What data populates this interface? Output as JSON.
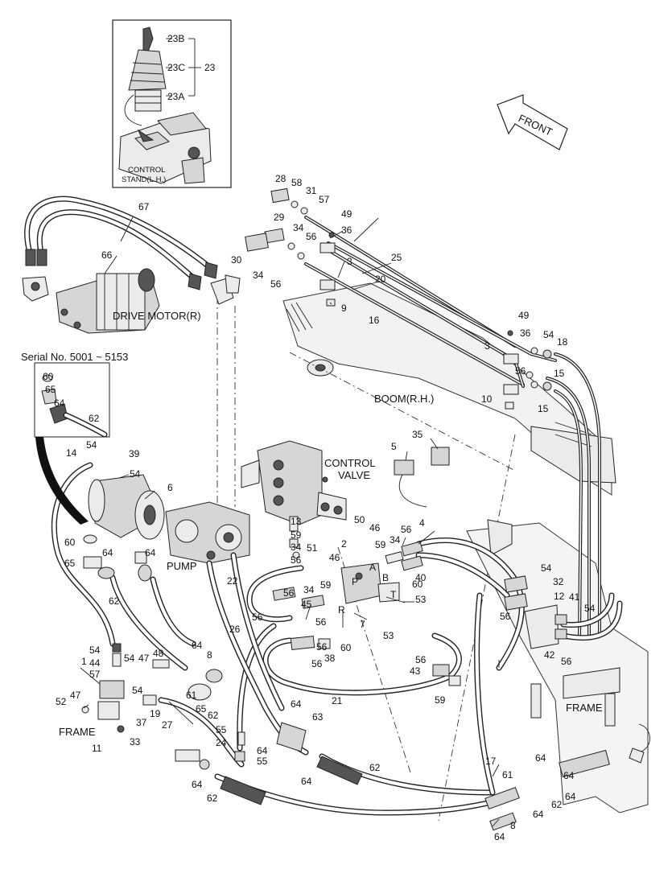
{
  "titles": {
    "drive_motor": "DRIVE MOTOR(R)",
    "control_valve_line1": "CONTROL",
    "control_valve_line2": "VALVE",
    "pump": "PUMP",
    "boom": "BOOM(R.H.)",
    "frame_left": "FRAME",
    "frame_right": "FRAME",
    "control_stand_line1": "CONTROL",
    "control_stand_line2": "STAND(L.H.)",
    "front": "FRONT",
    "serial": "Serial No. 5001 ~ 5153"
  },
  "port_letters": [
    "A",
    "P",
    "B",
    "T",
    "R"
  ],
  "callouts": [
    "23B",
    "23C",
    "23",
    "23A",
    "28",
    "58",
    "31",
    "57",
    "49",
    "36",
    "29",
    "34",
    "56",
    "30",
    "34",
    "56",
    "3",
    "25",
    "20",
    "9",
    "16",
    "67",
    "66",
    "49",
    "36",
    "54",
    "18",
    "3",
    "56",
    "15",
    "15",
    "10",
    "60",
    "65",
    "64",
    "62",
    "14",
    "54",
    "39",
    "54",
    "6",
    "35",
    "5",
    "13",
    "59",
    "34",
    "56",
    "50",
    "46",
    "59",
    "34",
    "56",
    "4",
    "2",
    "51",
    "46",
    "59",
    "60",
    "40",
    "60",
    "64",
    "65",
    "64",
    "22",
    "56",
    "34",
    "56",
    "45",
    "56",
    "1",
    "7",
    "53",
    "53",
    "26",
    "56",
    "56",
    "38",
    "60",
    "54",
    "32",
    "12",
    "41",
    "54",
    "56",
    "42",
    "56",
    "56",
    "43",
    "59",
    "62",
    "54",
    "44",
    "57",
    "54",
    "47",
    "48",
    "8",
    "64",
    "61",
    "65",
    "62",
    "52",
    "47",
    "37",
    "19",
    "54",
    "27",
    "11",
    "33",
    "21",
    "64",
    "63",
    "55",
    "24",
    "64",
    "55",
    "64",
    "64",
    "62",
    "17",
    "61",
    "64",
    "64",
    "62",
    "64",
    "64",
    "8",
    "64",
    "62"
  ]
}
